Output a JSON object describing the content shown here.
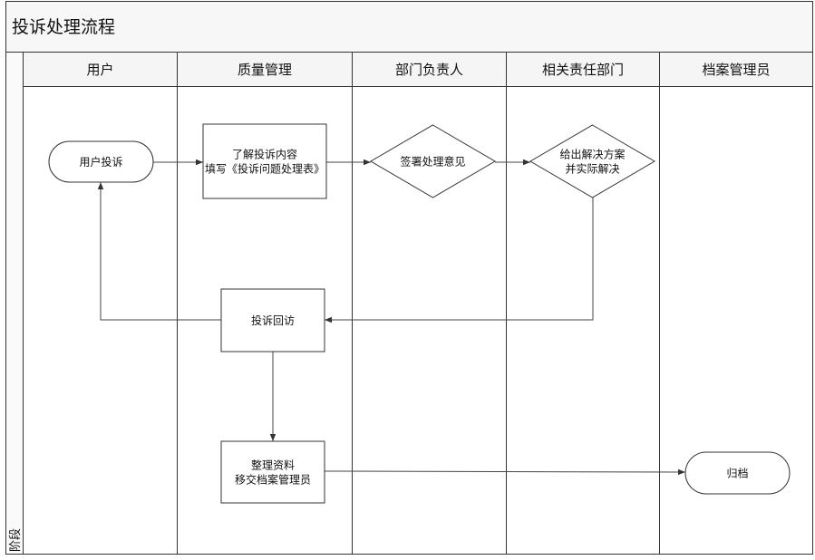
{
  "title": "投诉处理流程",
  "phase_label": "阶段",
  "lanes": [
    {
      "id": "user",
      "label": "用户"
    },
    {
      "id": "quality",
      "label": "质量管理"
    },
    {
      "id": "dept_head",
      "label": "部门负责人"
    },
    {
      "id": "related_dept",
      "label": "相关责任部门"
    },
    {
      "id": "archivist",
      "label": "档案管理员"
    }
  ],
  "nodes": [
    {
      "id": "n1",
      "shape": "terminator",
      "lines": [
        "用户投诉"
      ]
    },
    {
      "id": "n2",
      "shape": "process",
      "lines": [
        "了解投诉内容",
        "填写《投诉问题处理表》"
      ]
    },
    {
      "id": "n3",
      "shape": "decision",
      "lines": [
        "签署处理意见"
      ]
    },
    {
      "id": "n4",
      "shape": "decision",
      "lines": [
        "给出解决方案",
        "并实际解决"
      ]
    },
    {
      "id": "n5",
      "shape": "process",
      "lines": [
        "投诉回访"
      ]
    },
    {
      "id": "n6",
      "shape": "process",
      "lines": [
        "整理资料",
        "移交档案管理员"
      ]
    },
    {
      "id": "n7",
      "shape": "terminator",
      "lines": [
        "归档"
      ]
    }
  ],
  "edges": [
    {
      "from": "n1",
      "to": "n2"
    },
    {
      "from": "n2",
      "to": "n3"
    },
    {
      "from": "n3",
      "to": "n4"
    },
    {
      "from": "n4",
      "to": "n5"
    },
    {
      "from": "n5",
      "to": "n1"
    },
    {
      "from": "n5",
      "to": "n6"
    },
    {
      "from": "n6",
      "to": "n7"
    }
  ],
  "colors": {
    "border": "#333333",
    "header_fill": "#f5f5f5",
    "node_fill": "#ffffff",
    "edge": "#444444"
  }
}
